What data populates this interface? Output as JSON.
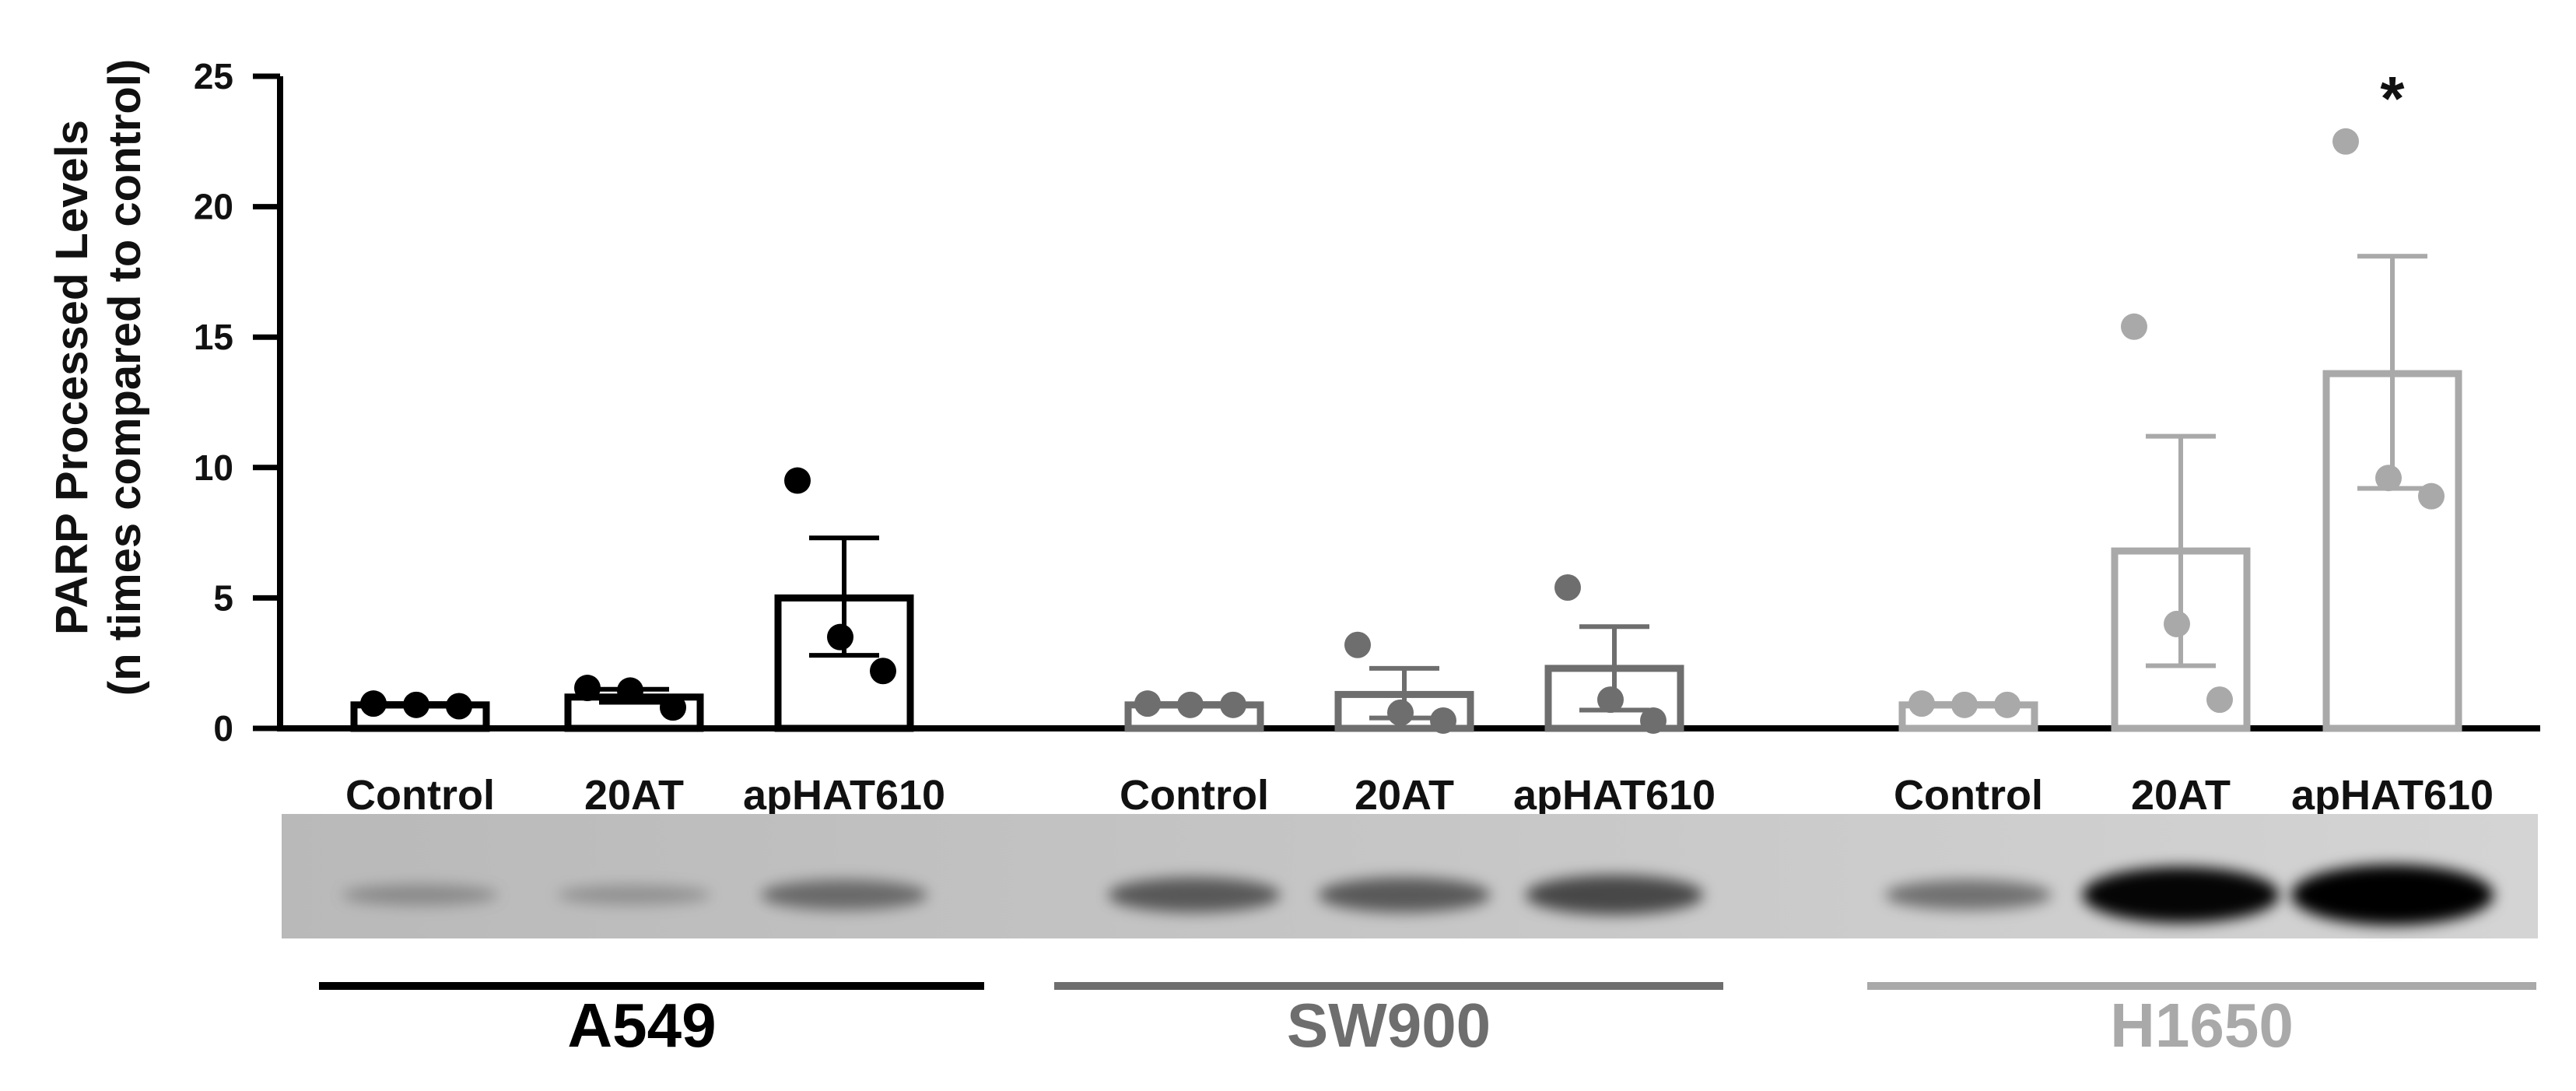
{
  "chart_data": {
    "type": "bar",
    "ylabel_line1": "PARP Processed Levels",
    "ylabel_line2": "(n times compared to control)",
    "ylim": [
      0,
      25
    ],
    "yticks": [
      0,
      5,
      10,
      15,
      20,
      25
    ],
    "groups": [
      {
        "name": "A549",
        "color": "#000000",
        "bars": [
          {
            "category": "Control",
            "mean": 0.9,
            "error_upper": 0.95,
            "error_lower": 0.85,
            "points": [
              0.95,
              0.9,
              0.85
            ],
            "significance": ""
          },
          {
            "category": "20AT",
            "mean": 1.2,
            "error_upper": 1.5,
            "error_lower": 1.0,
            "points": [
              1.55,
              1.45,
              0.8
            ],
            "significance": ""
          },
          {
            "category": "apHAT610",
            "mean": 5.0,
            "error_upper": 7.3,
            "error_lower": 2.8,
            "points": [
              9.5,
              3.5,
              2.2
            ],
            "significance": ""
          }
        ]
      },
      {
        "name": "SW900",
        "color": "#6e6e6e",
        "bars": [
          {
            "category": "Control",
            "mean": 0.9,
            "error_upper": 0.95,
            "error_lower": 0.85,
            "points": [
              0.95,
              0.9,
              0.9
            ],
            "significance": ""
          },
          {
            "category": "20AT",
            "mean": 1.3,
            "error_upper": 2.3,
            "error_lower": 0.4,
            "points": [
              3.2,
              0.6,
              0.3
            ],
            "significance": ""
          },
          {
            "category": "apHAT610",
            "mean": 2.3,
            "error_upper": 3.9,
            "error_lower": 0.7,
            "points": [
              5.4,
              1.1,
              0.3
            ],
            "significance": ""
          }
        ]
      },
      {
        "name": "H1650",
        "color": "#a9a9a9",
        "bars": [
          {
            "category": "Control",
            "mean": 0.9,
            "error_upper": 0.95,
            "error_lower": 0.85,
            "points": [
              0.95,
              0.9,
              0.9
            ],
            "significance": ""
          },
          {
            "category": "20AT",
            "mean": 6.8,
            "error_upper": 11.2,
            "error_lower": 2.4,
            "points": [
              15.4,
              4.0,
              1.1
            ],
            "significance": ""
          },
          {
            "category": "apHAT610",
            "mean": 13.6,
            "error_upper": 18.1,
            "error_lower": 9.2,
            "points": [
              22.5,
              9.6,
              8.9
            ],
            "significance": "*"
          }
        ]
      }
    ],
    "blot_band_intensity": [
      0.15,
      0.12,
      0.35,
      0.45,
      0.45,
      0.55,
      0.35,
      0.9,
      1.0
    ]
  }
}
